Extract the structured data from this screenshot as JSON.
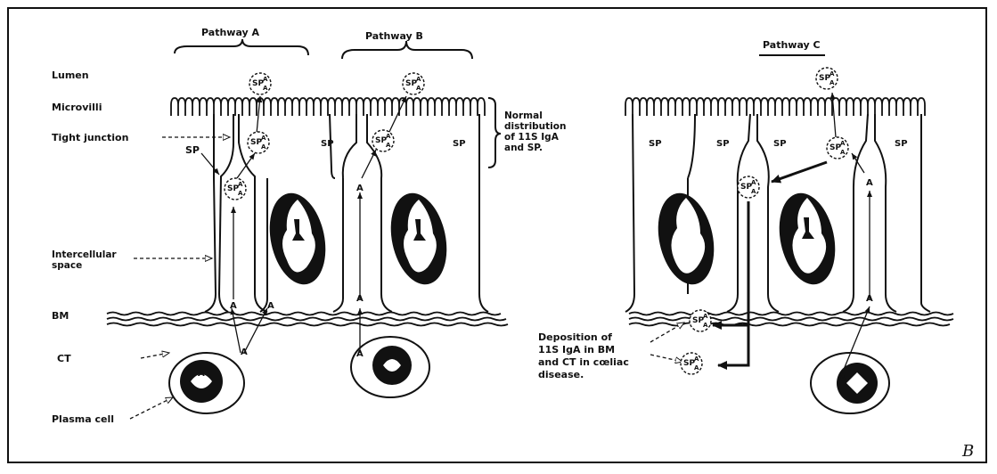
{
  "pathways": {
    "a": "Pathway  A",
    "b": "Pathway  B",
    "c": "Pathway  C"
  },
  "labels": {
    "lumen": "Lumen",
    "microvilli": "Microvilli",
    "tight_junction": "Tight junction",
    "sp_pointer": "SP",
    "intercellular_space": "Intercellular\nspace",
    "bm": "BM",
    "ct": "CT",
    "plasma_cell": "Plasma cell",
    "normal_distribution": "Normal\ndistribution\nof 11S IgA\nand SP.",
    "deposition": "Deposition of\n11S IgA in BM\nand CT in cœliac\ndisease."
  },
  "cell_labels": {
    "sp": "SP",
    "a": "A"
  },
  "signature": "B"
}
